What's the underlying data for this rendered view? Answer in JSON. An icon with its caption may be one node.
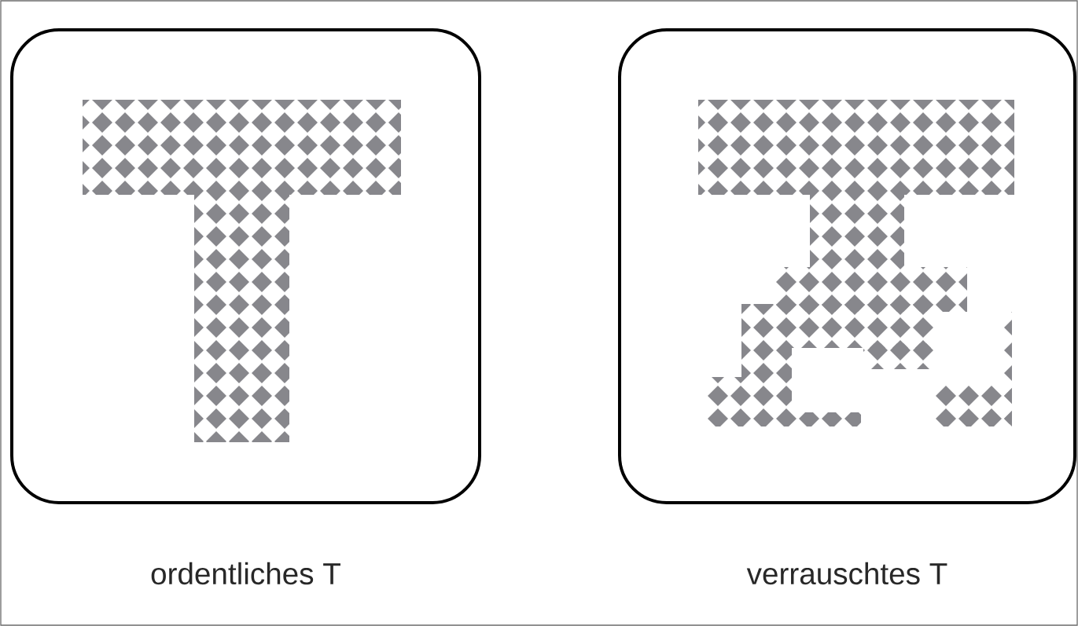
{
  "diagram": {
    "nodes": [
      {
        "text": [],
        "shape": "box",
        "beside": [
          "ordentliches T"
        ]
      },
      {
        "text": [],
        "shape": "box",
        "beside": [
          "verrauschtes T"
        ]
      }
    ]
  }
}
